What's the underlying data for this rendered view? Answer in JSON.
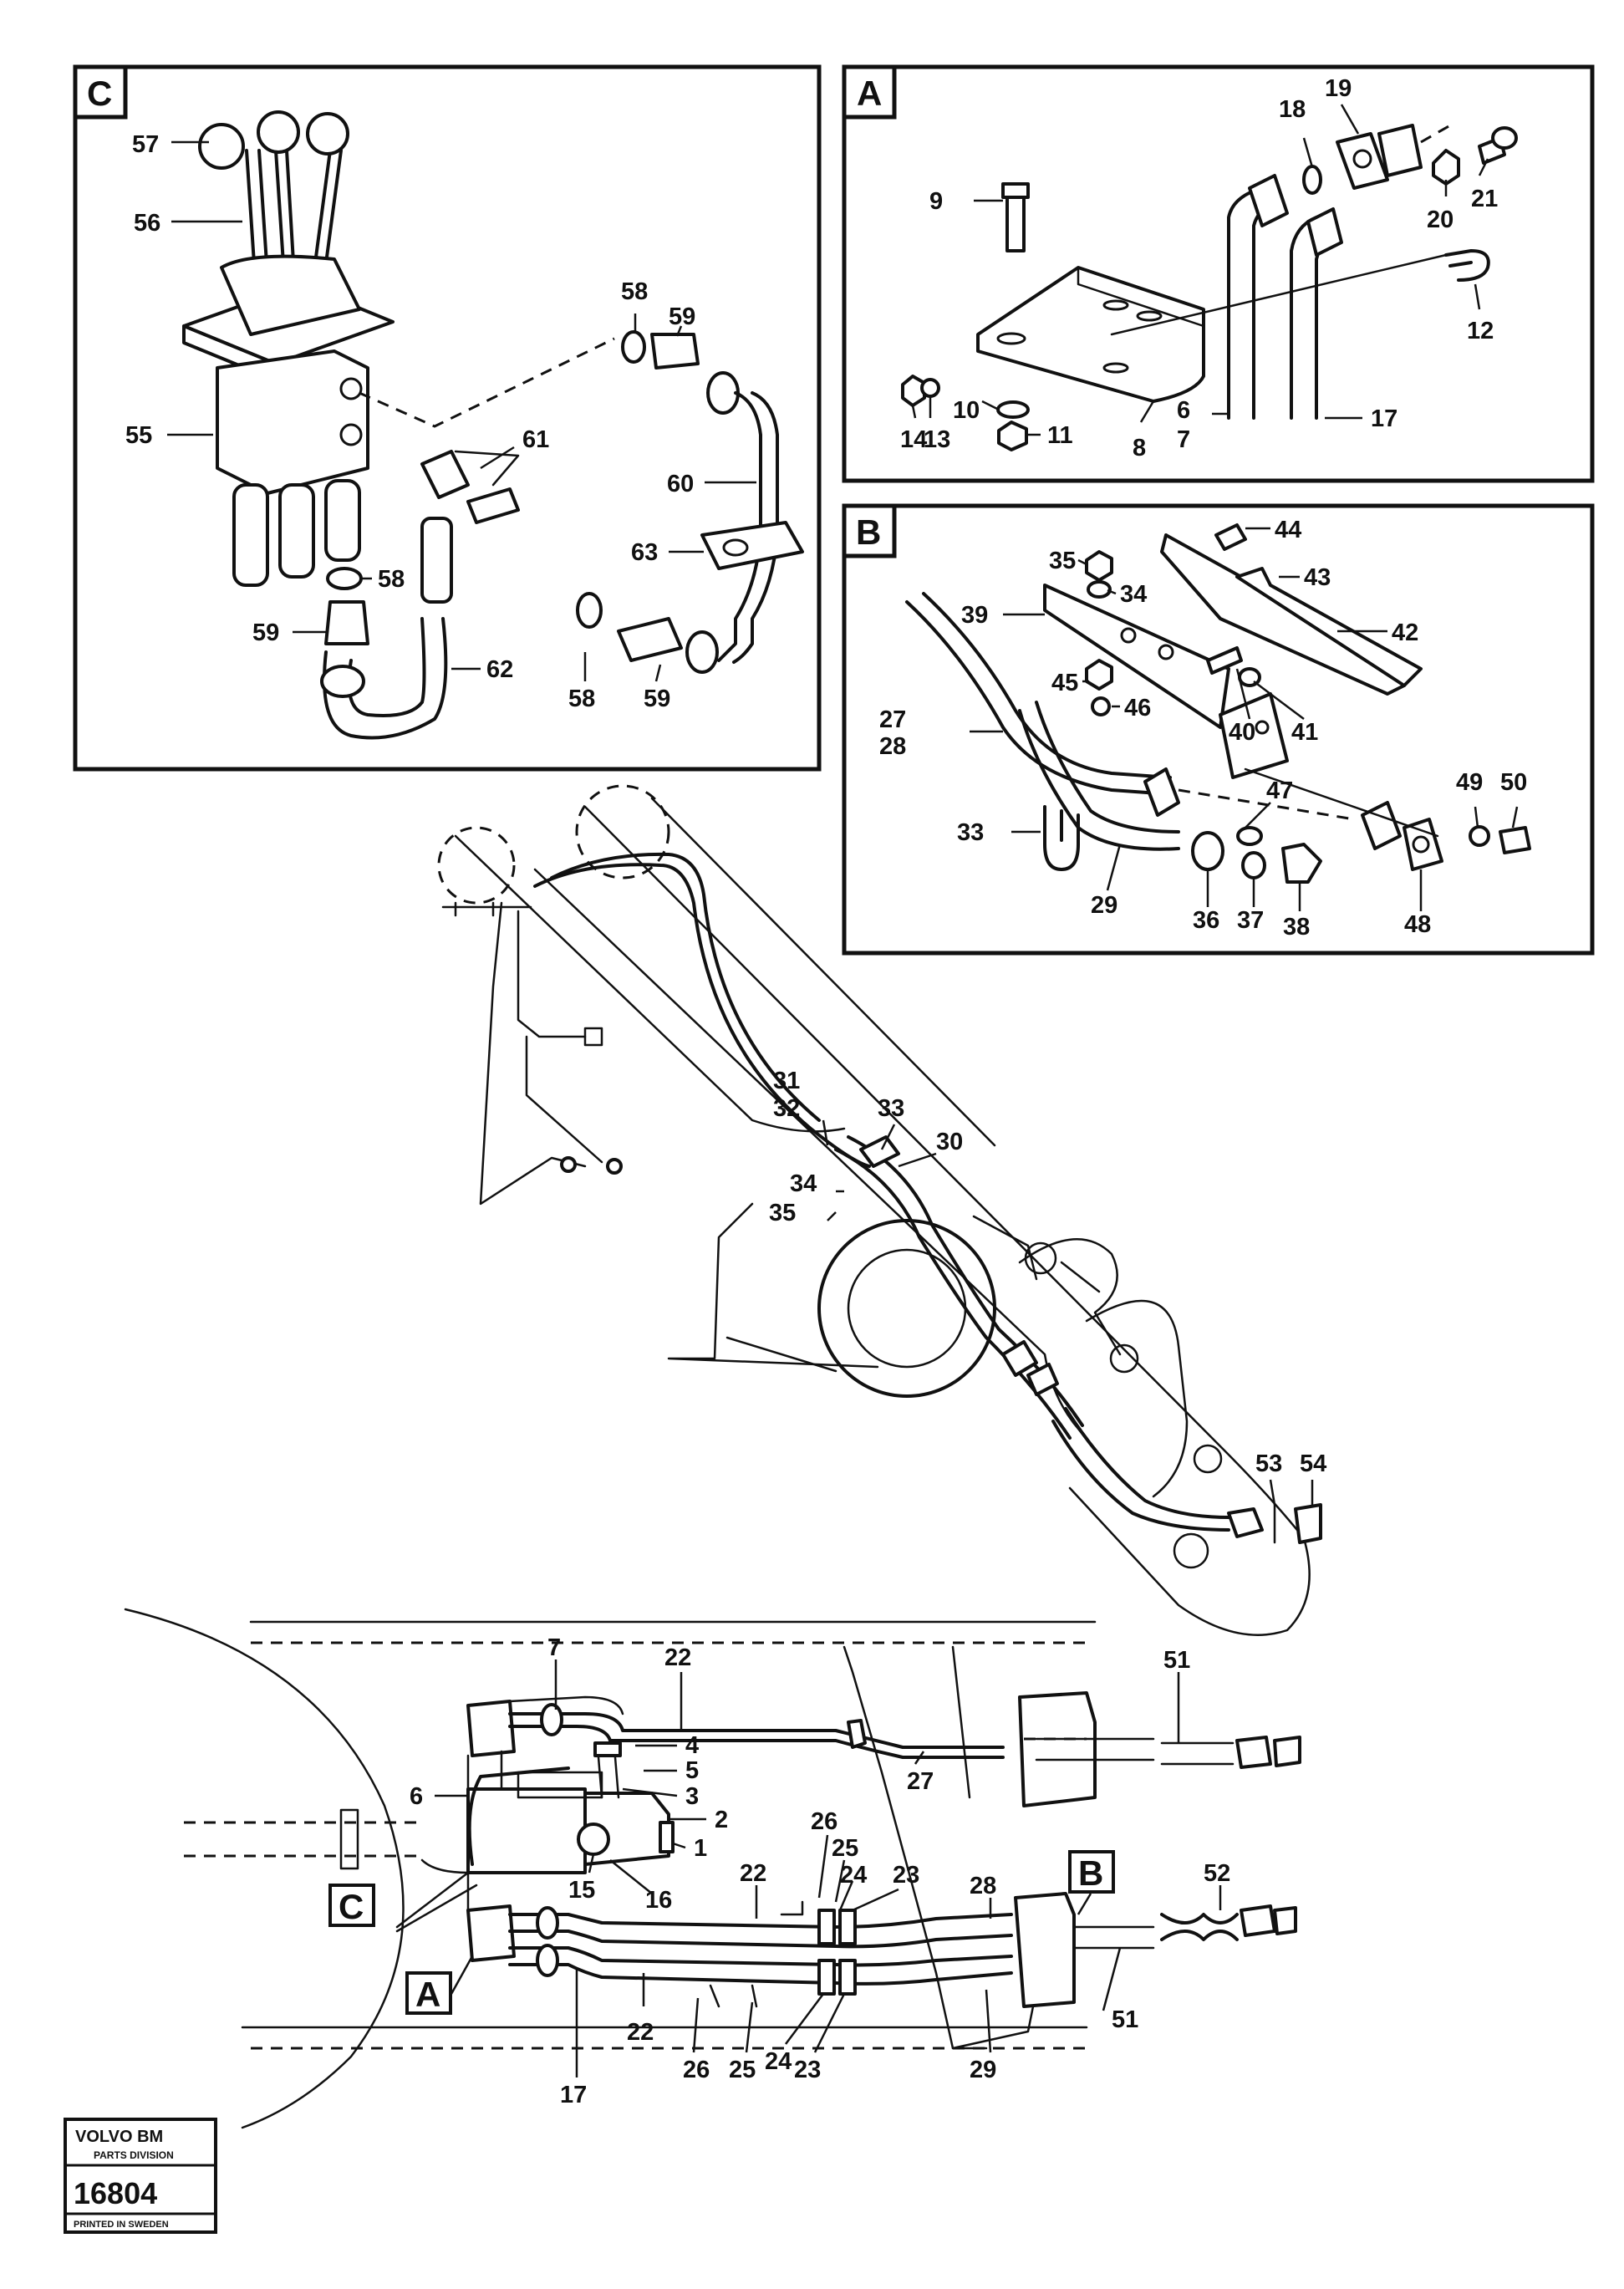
{
  "insets": {
    "c": {
      "letter": "C"
    },
    "a": {
      "letter": "A"
    },
    "b": {
      "letter": "B"
    }
  },
  "callouts": {
    "a": [
      "A"
    ],
    "b": [
      "B"
    ],
    "c": [
      "C"
    ]
  },
  "labels": {
    "c": [
      "57",
      "56",
      "55",
      "58",
      "59",
      "61",
      "60",
      "63",
      "58",
      "59",
      "62",
      "58",
      "59"
    ],
    "a": [
      "18",
      "19",
      "9",
      "21",
      "20",
      "12",
      "14",
      "13",
      "10",
      "11",
      "8",
      "6",
      "7",
      "17"
    ],
    "b": [
      "44",
      "35",
      "34",
      "43",
      "39",
      "42",
      "45",
      "46",
      "40",
      "41",
      "27",
      "28",
      "47",
      "49",
      "50",
      "33",
      "29",
      "36",
      "37",
      "38",
      "48"
    ],
    "boom": [
      "31",
      "32",
      "33",
      "30",
      "34",
      "35",
      "53",
      "54"
    ],
    "chassis": [
      "7",
      "22",
      "51",
      "4",
      "5",
      "6",
      "3",
      "2",
      "27",
      "26",
      "1",
      "25",
      "22",
      "24",
      "23",
      "15",
      "16",
      "28",
      "52",
      "17",
      "22",
      "26",
      "25",
      "24",
      "23",
      "29",
      "51"
    ]
  },
  "stamp": {
    "brand": "VOLVO BM",
    "division": "PARTS DIVISION",
    "number": "16804",
    "printed": "PRINTED IN SWEDEN"
  }
}
